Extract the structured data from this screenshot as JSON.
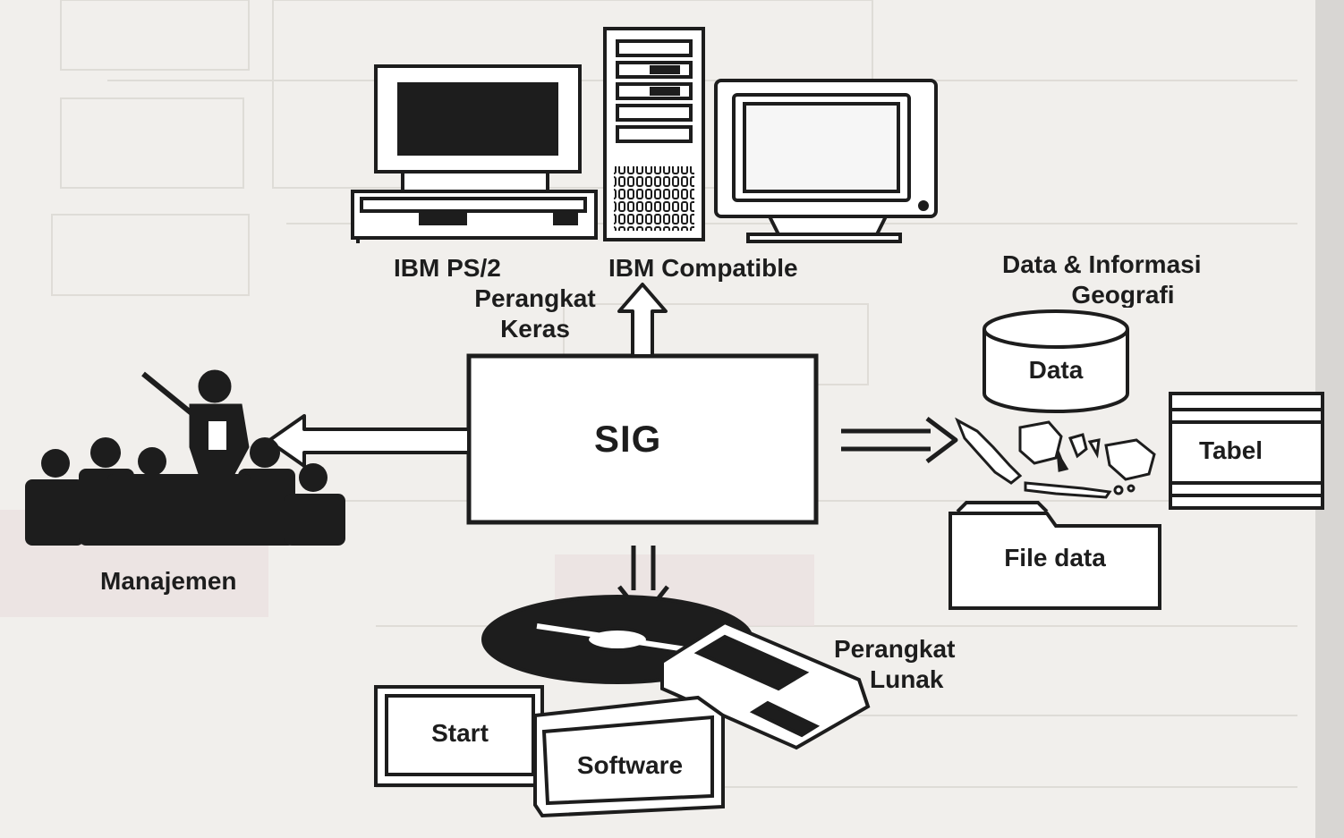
{
  "diagram": {
    "center": {
      "label": "SIG"
    },
    "hardware": {
      "label_line1": "Perangkat",
      "label_line2": "Keras",
      "computers": [
        "IBM PS/2",
        "IBM Compatible"
      ]
    },
    "data": {
      "title_line1": "Data & Informasi",
      "title_line2": "Geografi",
      "database_label": "Data",
      "table_label": "Tabel",
      "folder_label": "File data"
    },
    "management": {
      "label": "Manajemen"
    },
    "software": {
      "label_line1": "Perangkat",
      "label_line2": "Lunak",
      "box_start": "Start",
      "box_software": "Software"
    }
  },
  "colors": {
    "ink": "#1d1d1d",
    "paper": "#f1efec",
    "ghost_text": "#c9c6c1",
    "pink_smudge": "#eadfe0"
  },
  "icons": [
    "computer-monitor-icon",
    "tower-case-icon",
    "crt-monitor-icon",
    "database-cylinder-icon",
    "indonesia-map-icon",
    "table-icon",
    "folder-icon",
    "presenter-icon",
    "audience-icon",
    "cd-disc-icon",
    "floppy-disk-icon",
    "software-box-icon"
  ]
}
